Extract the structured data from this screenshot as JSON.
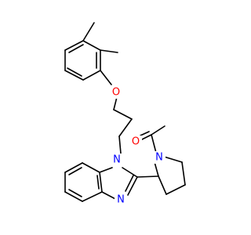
{
  "molecule": {
    "colors": {
      "bond": "#000000",
      "oxygen": "#ff0000",
      "nitrogen": "#0000ff",
      "background": "#ffffff"
    },
    "atom_labels": {
      "ether_oxygen": "O",
      "carbonyl_oxygen": "O",
      "benzimidazole_n1": "N",
      "benzimidazole_n3": "N",
      "pyrrolidine_n": "N"
    }
  }
}
